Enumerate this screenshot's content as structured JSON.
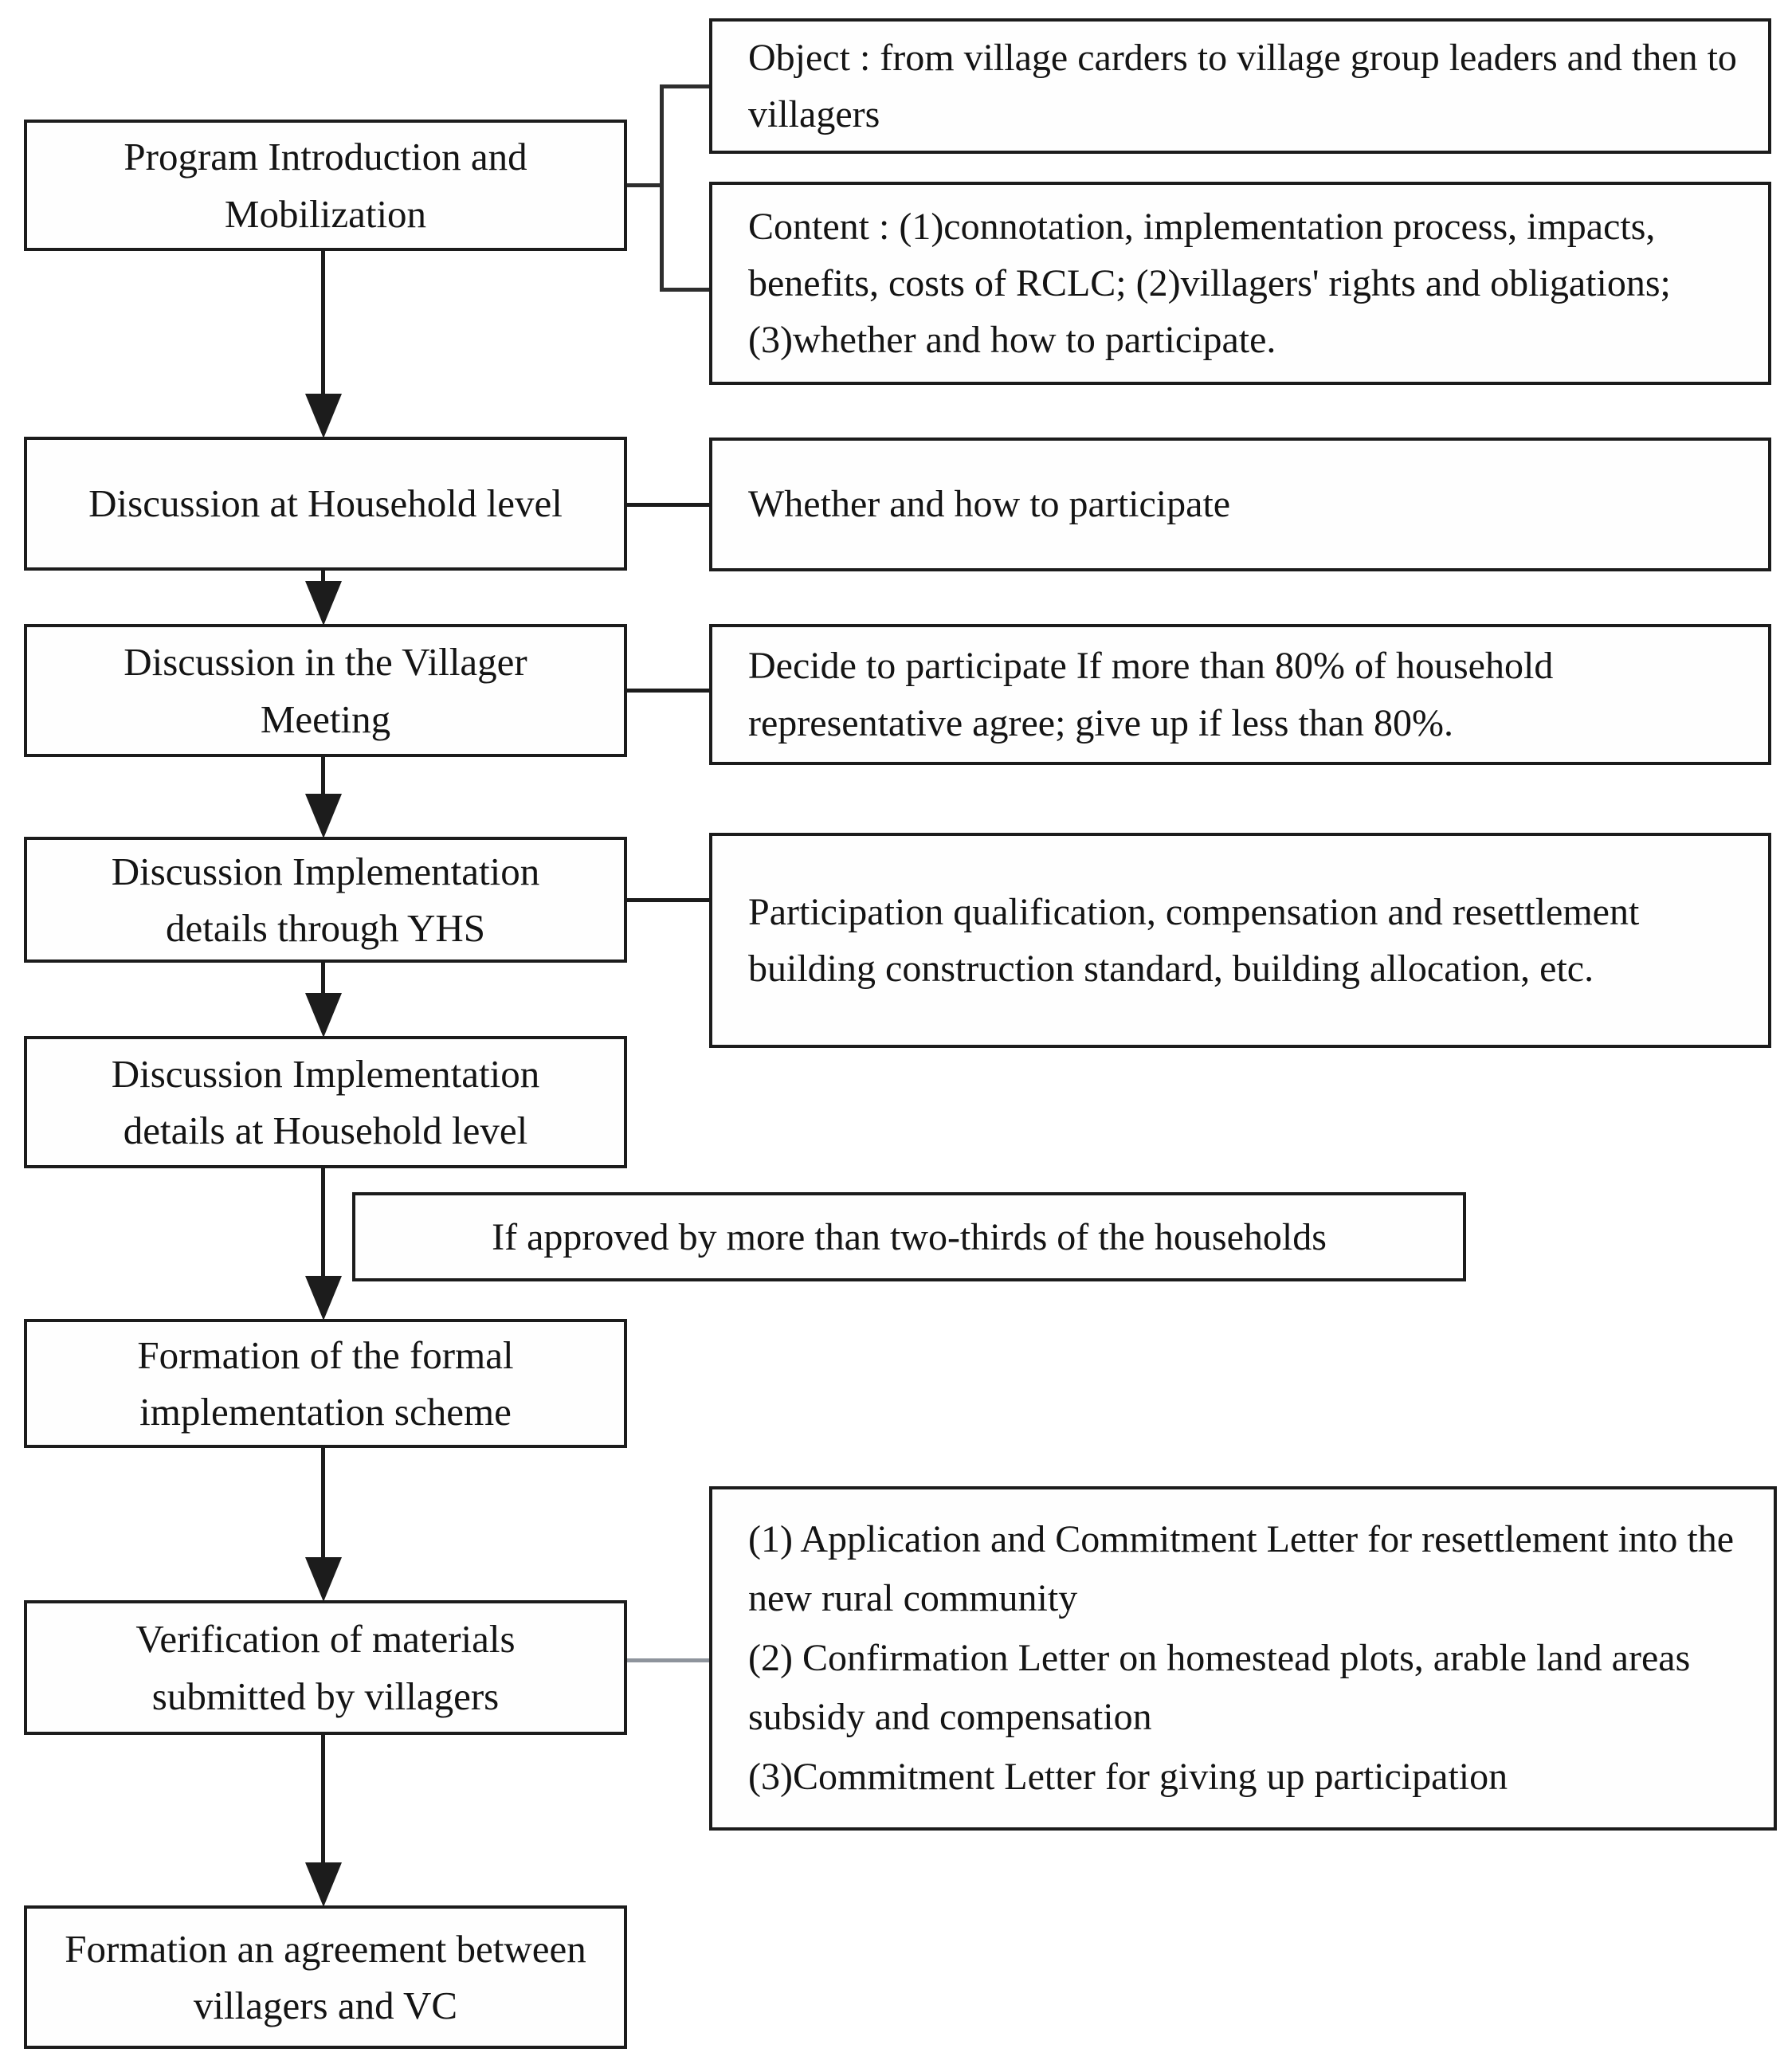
{
  "page": {
    "background": "#ffffff"
  },
  "colors": {
    "box_border": "#1c1c1c",
    "text": "#141414",
    "flow_line": "#1c1c1c",
    "bracket_line": "#2e2e2e",
    "verification_link_line": "#8e949c"
  },
  "flowchart": {
    "steps": [
      {
        "id": "program-introduction",
        "label": "Program Introduction and Mobilization"
      },
      {
        "id": "discussion-household",
        "label": "Discussion at Household level"
      },
      {
        "id": "discussion-villager-meeting",
        "label": "Discussion in the Villager Meeting"
      },
      {
        "id": "discussion-details-yhs",
        "label": "Discussion Implementation details through YHS"
      },
      {
        "id": "discussion-details-household",
        "label": "Discussion Implementation details at Household level"
      },
      {
        "id": "formation-scheme",
        "label": "Formation  of the formal implementation scheme"
      },
      {
        "id": "verification-materials",
        "label": "Verification of materials submitted by villagers"
      },
      {
        "id": "formation-agreement",
        "label": "Formation an agreement between villagers and VC"
      }
    ],
    "condition_label": "If approved by more than two-thirds of the households",
    "annotations": [
      {
        "id": "object",
        "text": "Object : from village carders to village group leaders and then to villagers"
      },
      {
        "id": "content",
        "text": "Content : (1)connotation, implementation process, impacts, benefits, costs of RCLC; (2)villagers' rights and obligations; (3)whether and how to participate."
      },
      {
        "id": "whether-participate",
        "text": "Whether and how to participate"
      },
      {
        "id": "decide-80-percent",
        "text": "Decide to participate If more than 80% of household representative agree; give up if less than 80%."
      },
      {
        "id": "participation-qualification",
        "text": "Participation qualification, compensation and resettlement building construction standard, building allocation, etc."
      },
      {
        "id": "verification-letters",
        "lines": [
          "(1) Application and Commitment Letter for resettlement into the new rural community",
          "(2) Confirmation Letter on homestead plots, arable land areas subsidy and compensation",
          "(3)Commitment Letter for giving up participation"
        ]
      }
    ]
  }
}
